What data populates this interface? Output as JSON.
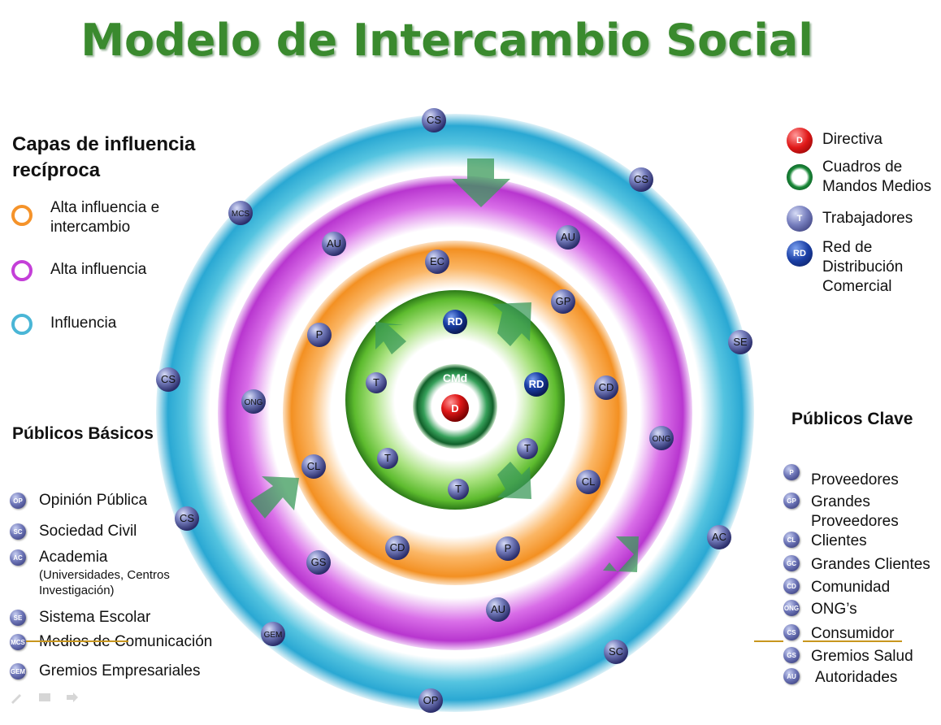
{
  "title": "Modelo de Intercambio Social",
  "layers": {
    "heading": "Capas de influencia recíproca",
    "items": [
      {
        "label": "Alta influencia e intercambio",
        "color": "#f5932a"
      },
      {
        "label": "Alta influencia",
        "color": "#c43fd8"
      },
      {
        "label": "Influencia",
        "color": "#4ab6d6"
      }
    ]
  },
  "legend": {
    "items": [
      {
        "code": "D",
        "label": "Directiva",
        "icon": "red-sphere-icon"
      },
      {
        "code": "",
        "label": "Cuadros de Mandos Medios",
        "icon": "green-ring-icon"
      },
      {
        "code": "T",
        "label": "Trabajadores",
        "icon": "blue-sphere-icon"
      },
      {
        "code": "RD",
        "label": "Red de Distribución Comercial",
        "icon": "navy-sphere-icon"
      }
    ]
  },
  "basic_publics": {
    "heading": "Públicos Básicos",
    "items": [
      {
        "code": "OP",
        "label": "Opinión Pública"
      },
      {
        "code": "SC",
        "label": "Sociedad Civil"
      },
      {
        "code": "AC",
        "label": "Academia",
        "sub": "(Universidades, Centros Investigación)"
      },
      {
        "code": "SE",
        "label": "Sistema Escolar"
      },
      {
        "code": "MCS",
        "label": "Medios de Comunicación"
      },
      {
        "code": "GEM",
        "label": "Gremios Empresariales"
      }
    ]
  },
  "key_publics": {
    "heading": "Públicos Clave",
    "items": [
      {
        "code": "P",
        "label": "Proveedores"
      },
      {
        "code": "GP",
        "label": "Grandes Proveedores"
      },
      {
        "code": "CL",
        "label": "Clientes"
      },
      {
        "code": "GC",
        "label": "Grandes Clientes"
      },
      {
        "code": "CD",
        "label": "Comunidad"
      },
      {
        "code": "ONG",
        "label": "ONG’s"
      },
      {
        "code": "CS",
        "label": "Consumidor"
      },
      {
        "code": "GS",
        "label": "Gremios Salud"
      },
      {
        "code": "AU",
        "label": "Autoridades"
      }
    ]
  },
  "diagram": {
    "center_label": "CMd",
    "center_node": "D",
    "nodes": [
      "CS",
      "CS",
      "MCS",
      "AU",
      "AU",
      "EC",
      "GP",
      "RD",
      "SE",
      "P",
      "CS",
      "ONG",
      "T",
      "RD",
      "CD",
      "ONG",
      "T",
      "T",
      "CL",
      "CL",
      "T",
      "CS",
      "CD",
      "P",
      "AC",
      "GS",
      "AU",
      "GEM",
      "SC",
      "OP"
    ]
  }
}
